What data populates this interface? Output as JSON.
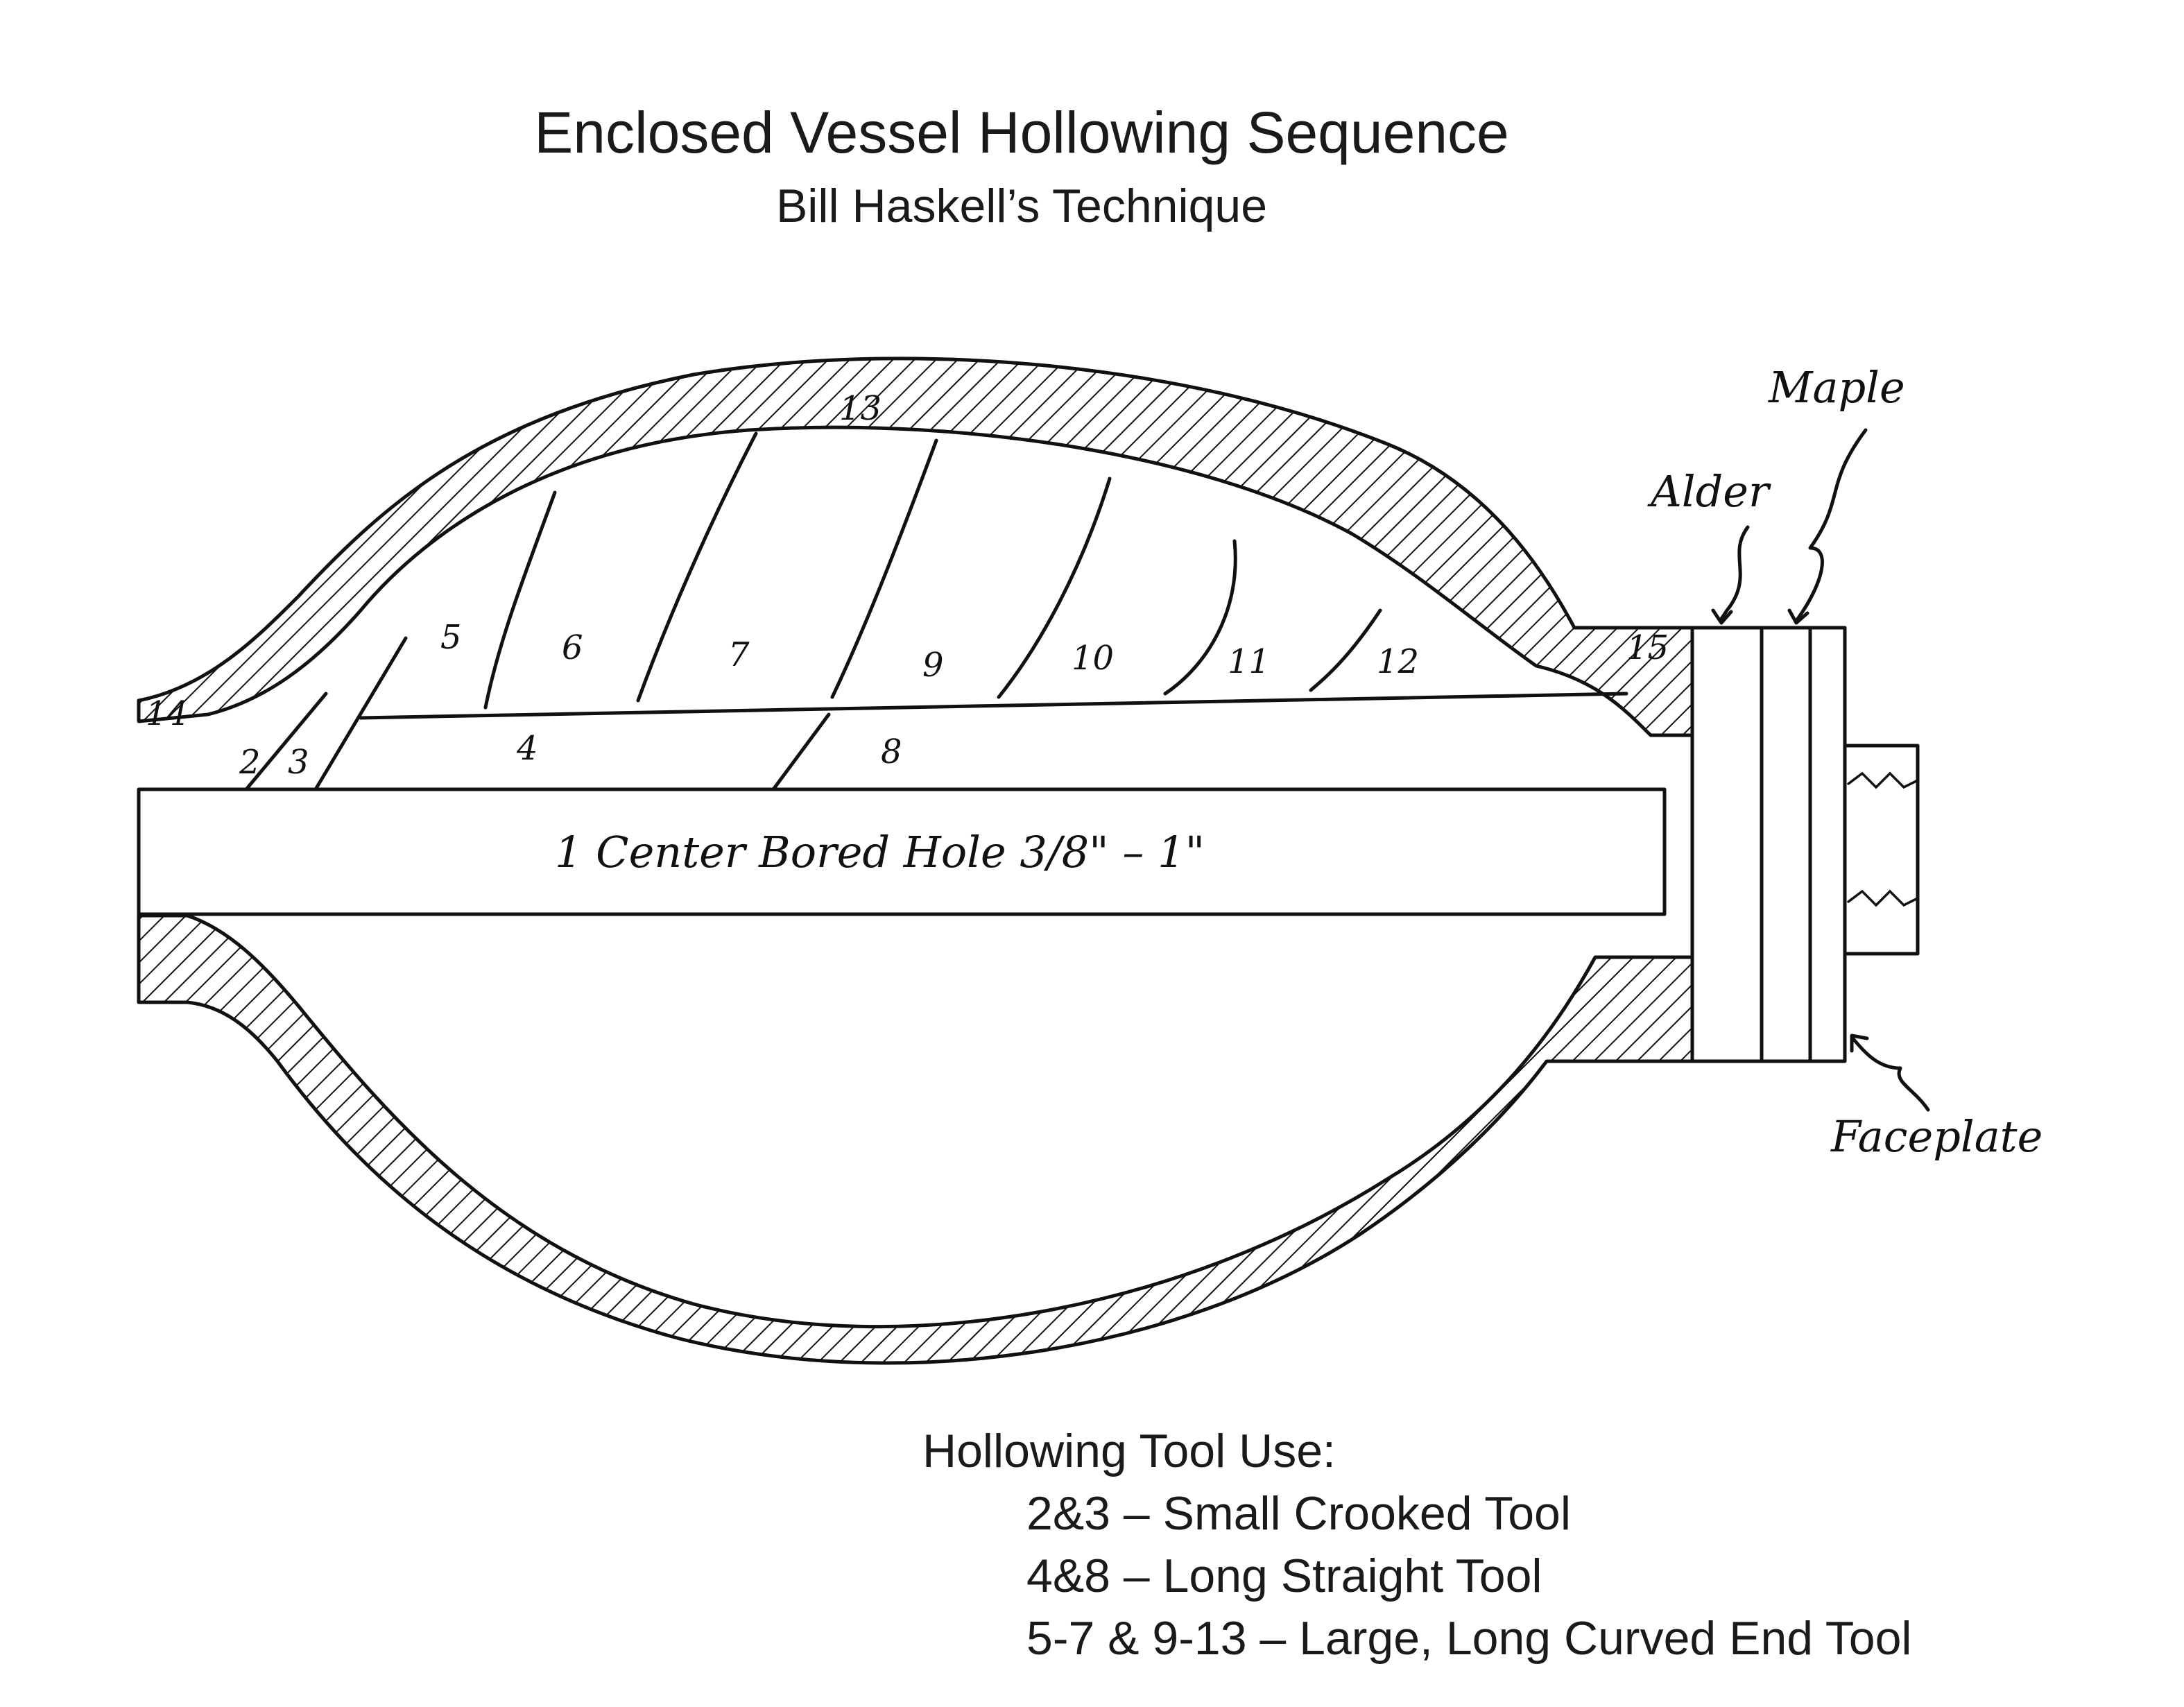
{
  "title": "Enclosed Vessel Hollowing Sequence",
  "subtitle": "Bill Haskell’s Technique",
  "cuts": {
    "c1": "1  Center Bored Hole   3/8\" – 1\"",
    "c2": "2",
    "c3": "3",
    "c4": "4",
    "c5": "5",
    "c6": "6",
    "c7": "7",
    "c8": "8",
    "c9": "9",
    "c10": "10",
    "c11": "11",
    "c12": "12",
    "c13": "13",
    "c14": "14",
    "c15": "15"
  },
  "callouts": {
    "alder": "Alder",
    "maple": "Maple",
    "faceplate": "Faceplate"
  },
  "legend": {
    "heading": "Hollowing Tool Use:",
    "items": [
      "2&3 – Small Crooked Tool",
      "4&8 – Long Straight Tool",
      "5-7 & 9-13 – Large, Long Curved End Tool"
    ]
  }
}
